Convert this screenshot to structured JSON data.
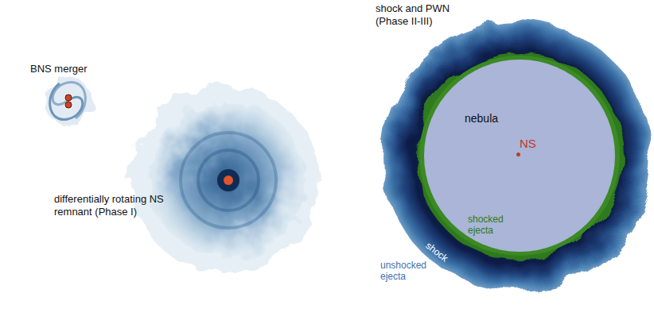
{
  "diagram": {
    "nodes": [
      {
        "text": [
          "nebula",
          "NS"
        ]
      }
    ],
    "labels": [
      "BNS merger",
      "differentially rotating NS remnant (Phase I)",
      "shock and PWN (Phase II-III)",
      "shocked ejecta",
      "shock",
      "unshocked ejecta"
    ]
  }
}
